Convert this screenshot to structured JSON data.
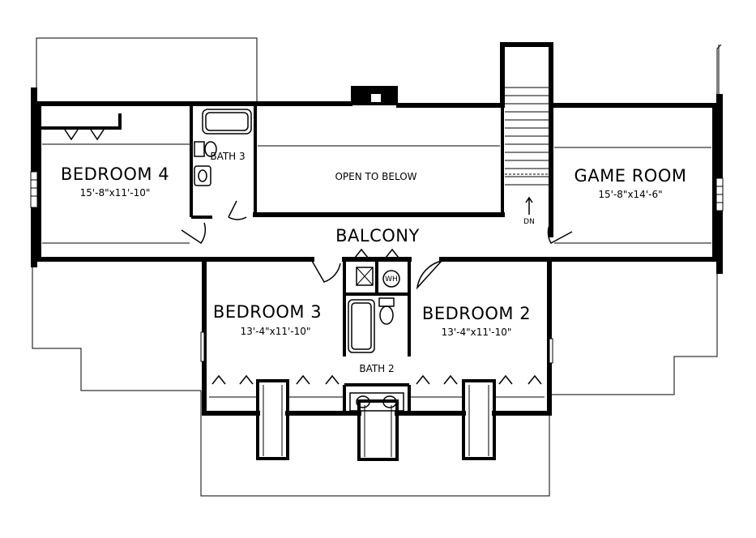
{
  "rooms": {
    "bedroom4": {
      "name": "BEDROOM 4",
      "dims": "15'-8\"x11'-10\""
    },
    "bath3": {
      "name": "BATH 3"
    },
    "open_to_below": {
      "name": "OPEN TO BELOW"
    },
    "game_room": {
      "name": "GAME ROOM",
      "dims": "15'-8\"x14'-6\""
    },
    "balcony": {
      "name": "BALCONY"
    },
    "bedroom3": {
      "name": "BEDROOM 3",
      "dims": "13'-4\"x11'-10\""
    },
    "bedroom2": {
      "name": "BEDROOM 2",
      "dims": "13'-4\"x11'-10\""
    },
    "bath2": {
      "name": "BATH 2"
    }
  },
  "fixtures": {
    "water_heater": "WH",
    "stair_direction": "DN"
  }
}
